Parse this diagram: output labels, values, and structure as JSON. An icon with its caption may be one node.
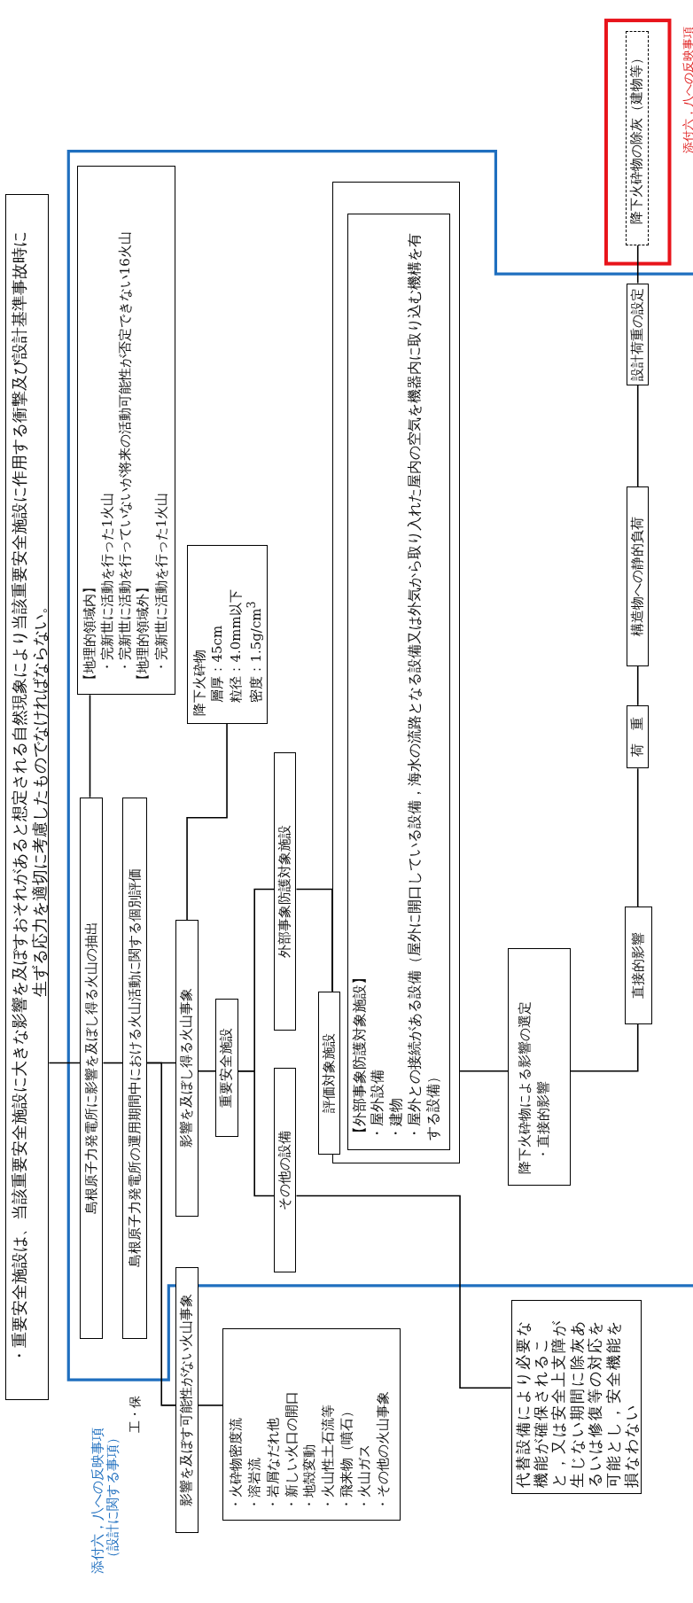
{
  "diagram": {
    "nodes": [
      {
        "text": [
          "・重要安全施設は、当該重要安全施設に大きな影響を及ぼすおそれがあると想定される自然現象により当該重要安全施設に作用する衝撃及び設計基準事故時に生ずる応力を適切に考慮したものでなければならない。"
        ]
      },
      {
        "text": [
          "【地理的領域内】",
          "・完新世に活動を行った1火山",
          "・完新世に活動を行っていないが将来の活動可能性が否定できない16火山",
          "【地理的領域外】",
          "・完新世に活動を行った1火山"
        ]
      },
      {
        "text": [
          "島根原子力発電所に影響を及ぼし得る火山の抽出"
        ]
      },
      {
        "text": [
          "島根原子力発電所の運用期間中における火山活動に関する個別評価"
        ]
      },
      {
        "text": [
          "影響を及ぼし得る火山事象"
        ]
      },
      {
        "text": [
          "影響を及ぼす可能性がない火山事象"
        ]
      },
      {
        "text": [
          "・火砕物密度流",
          "・溶岩流",
          "・岩屑なだれ他",
          "・新しい火口の開口",
          "・地殻変動",
          "・火山性土石流等",
          "・飛来物（噴石）",
          "・火山ガス",
          "・その他の火山事象"
        ]
      },
      {
        "text": [
          "降下火砕物",
          "層厚：45cm",
          "粒径：4.0mm以下",
          "密度：1.5g/cm$^{3}$"
        ]
      },
      {
        "text": [
          "重要安全施設"
        ]
      },
      {
        "text": [
          "外部事象防護対象施設"
        ]
      },
      {
        "text": [
          "その他の設備"
        ]
      },
      {
        "text": [
          "評価対象施設"
        ]
      },
      {
        "text": [],
        "shape": "box"
      },
      {
        "text": [
          "【外部事象防護対象施設】",
          "・屋外設備",
          "・建物",
          "・屋外との接続がある設備（屋外に開口している設備，海水の流路となる設備又は外気から取り入れた屋内の空気を機器内に取り込む機構を有する設備）"
        ],
        "in": 12
      },
      {
        "text": [
          "降下火砕物による影響の選定",
          "・直接的影響"
        ]
      },
      {
        "text": [
          "直接的影響"
        ]
      },
      {
        "text": [
          "荷　重"
        ]
      },
      {
        "text": [
          "構造物への静的負荷"
        ]
      },
      {
        "text": [
          "設計荷重の設定"
        ]
      },
      {
        "text": [
          "降下火砕物の除灰（建物等）"
        ]
      },
      {
        "text": [
          "代替設備により必要な機能が確保されること，又は安全上支障が生じない期間に除灰あるいは修復等の対応を可能とし，安全機能を損なわない"
        ]
      }
    ],
    "edges": [
      {
        "from": 0,
        "to": 2,
        "arrow": "none"
      },
      {
        "from": 2,
        "to": 3,
        "arrow": "none"
      },
      {
        "from": 3,
        "to": 4,
        "arrow": "none"
      },
      {
        "from": 3,
        "to": 5,
        "arrow": "none"
      },
      {
        "from": 2,
        "to": 1,
        "arrow": "none"
      },
      {
        "from": 4,
        "to": 7,
        "arrow": "none"
      },
      {
        "from": 4,
        "to": 8,
        "arrow": "none"
      },
      {
        "from": 5,
        "to": 6,
        "arrow": "none"
      },
      {
        "from": 8,
        "to": 9,
        "arrow": "none"
      },
      {
        "from": 8,
        "to": 10,
        "arrow": "none"
      },
      {
        "from": 9,
        "to": 11,
        "arrow": "none"
      },
      {
        "from": 10,
        "to": 20,
        "arrow": "none"
      },
      {
        "from": 12,
        "to": 14,
        "arrow": "none"
      },
      {
        "from": 14,
        "to": 15,
        "arrow": "none"
      },
      {
        "from": 15,
        "to": 16,
        "arrow": "none"
      },
      {
        "from": 16,
        "to": 17,
        "arrow": "none"
      },
      {
        "from": 17,
        "to": 18,
        "arrow": "none"
      },
      {
        "from": 18,
        "to": 19,
        "arrow": "none"
      }
    ],
    "labels": [
      "添付六，八への反映事項",
      "（設計に関する事項）",
      "工・保",
      "添付六，八への反映事項"
    ]
  }
}
